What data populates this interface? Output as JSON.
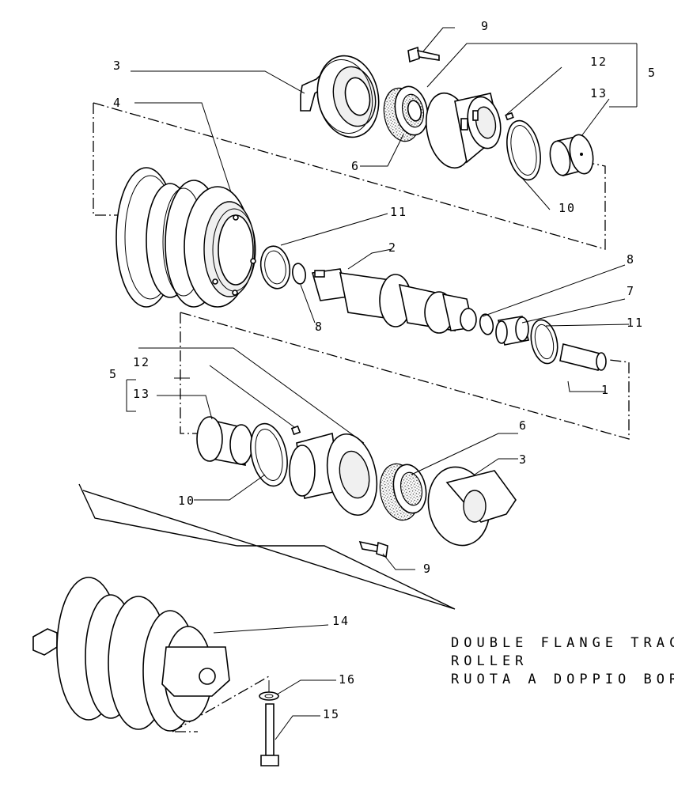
{
  "callouts": {
    "c1": "1",
    "c2": "2",
    "c3a": "3",
    "c3b": "3",
    "c4": "4",
    "c5a": "5",
    "c5b": "5",
    "c6a": "6",
    "c6b": "6",
    "c7": "7",
    "c8a": "8",
    "c8b": "8",
    "c9a": "9",
    "c9b": "9",
    "c10a": "10",
    "c10b": "10",
    "c11a": "11",
    "c11b": "11",
    "c12a": "12",
    "c12b": "12",
    "c13a": "13",
    "c13b": "13",
    "c14": "14",
    "c15": "15",
    "c16": "16"
  },
  "title": {
    "line1": "DOUBLE FLANGE TRACK",
    "line2": "ROLLER",
    "line3": "RUOTA A DOPPIO BORDO"
  }
}
